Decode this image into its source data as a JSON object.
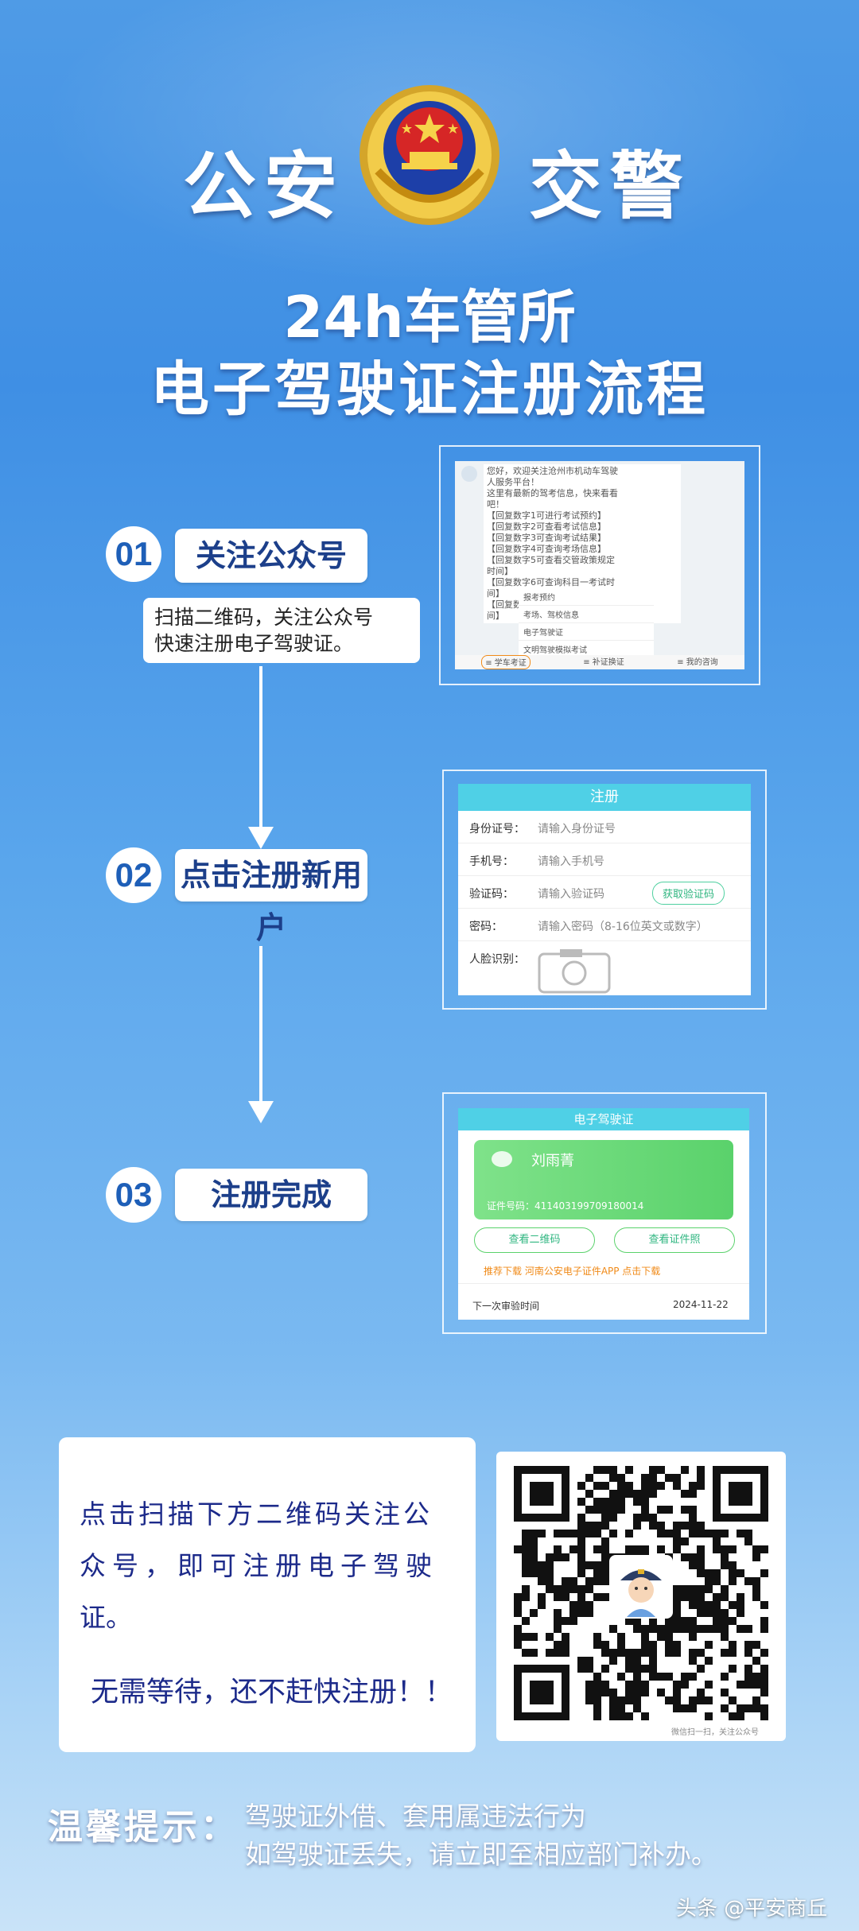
{
  "header": {
    "left_word": "公安",
    "right_word": "交警"
  },
  "title": {
    "line1": "24h车管所",
    "line2": "电子驾驶证注册流程"
  },
  "steps": [
    {
      "num": "01",
      "label": "关注公众号",
      "desc_line1": "扫描二维码，关注公众号",
      "desc_line2": "快速注册电子驾驶证。"
    },
    {
      "num": "02",
      "label": "点击注册新用户"
    },
    {
      "num": "03",
      "label": "注册完成"
    }
  ],
  "screen1": {
    "chat_lines": [
      "您好，欢迎关注沧州市机动车驾驶",
      "人服务平台！",
      "这里有最新的驾考信息，快来看看",
      "吧！",
      "【回复数字1可进行考试预约】",
      "【回复数字2可查看考试信息】",
      "【回复数字3可查询考试结果】",
      "【回复数字4可查询考场信息】",
      "【回复数字5可查看交管政策规定",
      "时间】",
      "【回复数字6可查询科目一考试时",
      "间】",
      "【回复数字7可查询驾驶证流转时",
      "间】"
    ],
    "menu_items": [
      "报考预约",
      "考场、驾校信息",
      "电子驾驶证",
      "文明驾驶模拟考试"
    ],
    "tabs": [
      "学车考证",
      "补证换证",
      "我的咨询"
    ]
  },
  "screen2": {
    "title": "注册",
    "rows": [
      {
        "label": "身份证号：",
        "placeholder": "请输入身份证号"
      },
      {
        "label": "手机号：",
        "placeholder": "请输入手机号"
      },
      {
        "label": "验证码：",
        "placeholder": "请输入验证码"
      },
      {
        "label": "密码：",
        "placeholder": "请输入密码（8-16位英文或数字）"
      }
    ],
    "verify_button": "获取验证码",
    "face_label": "人脸识别："
  },
  "screen3": {
    "title": "电子驾驶证",
    "name": "刘雨菁",
    "cert_no": "证件号码：411403199709180014",
    "btn_qr": "查看二维码",
    "btn_cert": "查看证件照",
    "download_tip": "推荐下载 河南公安电子证件APP 点击下载",
    "next_review_label": "下一次审验时间",
    "next_review_date": "2024-11-22"
  },
  "bottom": {
    "line1": "点击扫描下方二维码关注公",
    "line2": "众号，即可注册电子驾驶",
    "line3": "证。",
    "line4": "无需等待，还不赶快注册！！",
    "qr_caption": "微信扫一扫，关注公众号"
  },
  "tip": {
    "label": "温馨提示：",
    "line1": "驾驶证外借、套用属违法行为",
    "line2": "如驾驶证丢失，请立即至相应部门补办。"
  },
  "watermark": "头条 @平安商丘"
}
